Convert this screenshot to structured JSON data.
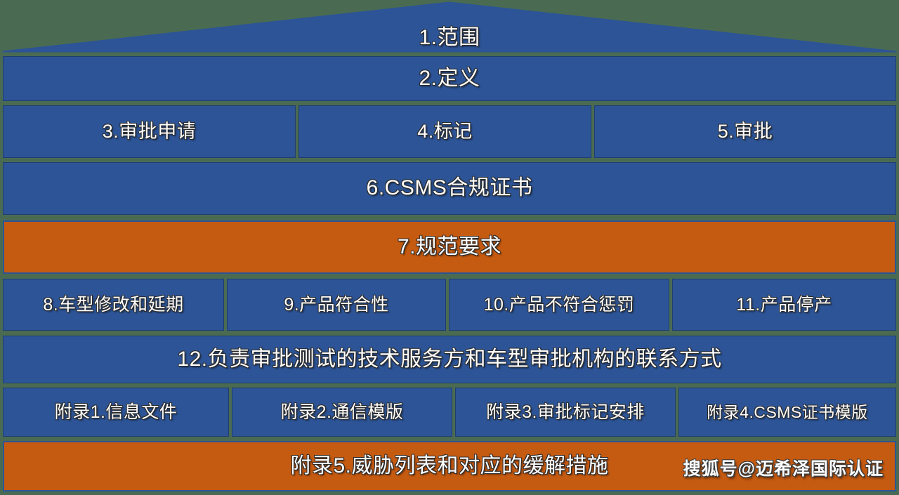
{
  "diagram": {
    "background_color": "#4a6b52",
    "box_color": "#2d5496",
    "highlight_color": "#c55a11",
    "text_color": "#ffffff",
    "roof": {
      "label": "1.范围"
    },
    "rows": [
      {
        "id": "row-definition",
        "cells": [
          {
            "label": "2.定义"
          }
        ]
      },
      {
        "id": "row-application",
        "cells": [
          {
            "label": "3.审批申请"
          },
          {
            "label": "4.标记"
          },
          {
            "label": "5.审批"
          }
        ]
      },
      {
        "id": "row-csms-certificate",
        "cells": [
          {
            "label": "6.CSMS合规证书"
          }
        ]
      },
      {
        "id": "row-specification",
        "cells": [
          {
            "label": "7.规范要求"
          }
        ]
      },
      {
        "id": "row-conformity",
        "cells": [
          {
            "label": "8.车型修改和延期"
          },
          {
            "label": "9.产品符合性"
          },
          {
            "label": "10.产品不符合惩罚"
          },
          {
            "label": "11.产品停产"
          }
        ]
      },
      {
        "id": "row-contacts",
        "cells": [
          {
            "label": "12.负责审批测试的技术服务方和车型审批机构的联系方式"
          }
        ]
      },
      {
        "id": "row-annexes",
        "cells": [
          {
            "label": "附录1.信息文件"
          },
          {
            "label": "附录2.通信模版"
          },
          {
            "label": "附录3.审批标记安排"
          },
          {
            "label": "附录4.CSMS证书模版"
          }
        ]
      },
      {
        "id": "row-threat-list",
        "cells": [
          {
            "label": "附录5.威胁列表和对应的缓解措施"
          }
        ]
      }
    ],
    "watermark": "搜狐号@迈希泽国际认证"
  }
}
